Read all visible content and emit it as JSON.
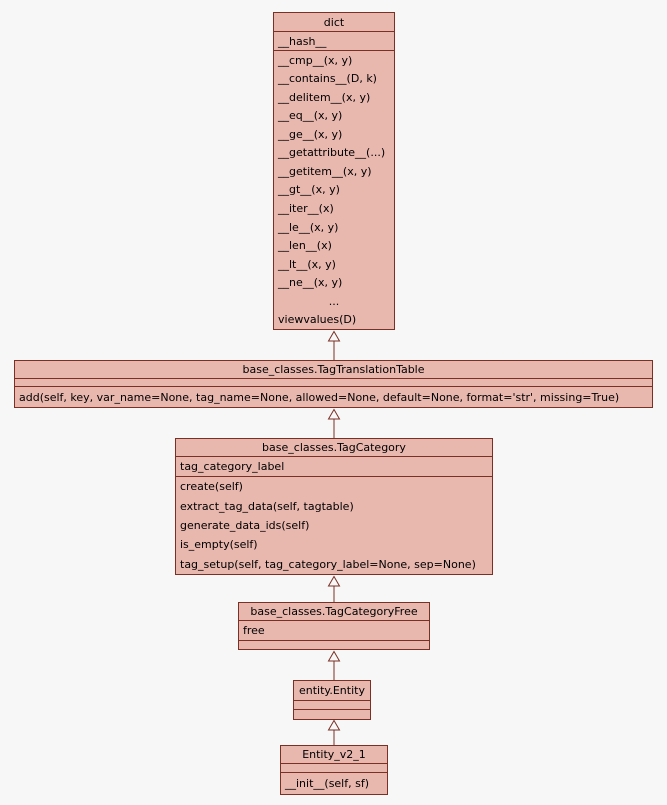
{
  "theme": {
    "background": "#f7f7f7",
    "node_fill": "#e8b7ae",
    "node_border": "#7b3026",
    "edge_color": "#7b3026",
    "text_color": "#000000"
  },
  "diagram_type": "uml-class-inheritance",
  "classes": [
    {
      "title": "dict",
      "attributes": [
        "__hash__"
      ],
      "methods": [
        "__cmp__(x, y)",
        "__contains__(D, k)",
        "__delitem__(x, y)",
        "__eq__(x, y)",
        "__ge__(x, y)",
        "__getattribute__(...)",
        "__getitem__(x, y)",
        "__gt__(x, y)",
        "__iter__(x)",
        "__le__(x, y)",
        "__len__(x)",
        "__lt__(x, y)",
        "__ne__(x, y)",
        "...",
        "viewvalues(D)"
      ]
    },
    {
      "title": "base_classes.TagTranslationTable",
      "attributes": [],
      "methods": [
        "add(self, key, var_name=None, tag_name=None, allowed=None, default=None, format='str', missing=True)"
      ]
    },
    {
      "title": "base_classes.TagCategory",
      "attributes": [
        "tag_category_label"
      ],
      "methods": [
        "create(self)",
        "extract_tag_data(self, tagtable)",
        "generate_data_ids(self)",
        "is_empty(self)",
        "tag_setup(self, tag_category_label=None, sep=None)"
      ]
    },
    {
      "title": "base_classes.TagCategoryFree",
      "attributes": [
        "free"
      ],
      "methods": []
    },
    {
      "title": "entity.Entity",
      "attributes": [],
      "methods": []
    },
    {
      "title": "Entity_v2_1",
      "attributes": [],
      "methods": [
        "__init__(self, sf)"
      ]
    }
  ],
  "edges": [
    {
      "from": "base_classes.TagTranslationTable",
      "to": "dict",
      "type": "inheritance"
    },
    {
      "from": "base_classes.TagCategory",
      "to": "base_classes.TagTranslationTable",
      "type": "inheritance"
    },
    {
      "from": "base_classes.TagCategoryFree",
      "to": "base_classes.TagCategory",
      "type": "inheritance"
    },
    {
      "from": "entity.Entity",
      "to": "base_classes.TagCategoryFree",
      "type": "inheritance"
    },
    {
      "from": "Entity_v2_1",
      "to": "entity.Entity",
      "type": "inheritance"
    }
  ]
}
